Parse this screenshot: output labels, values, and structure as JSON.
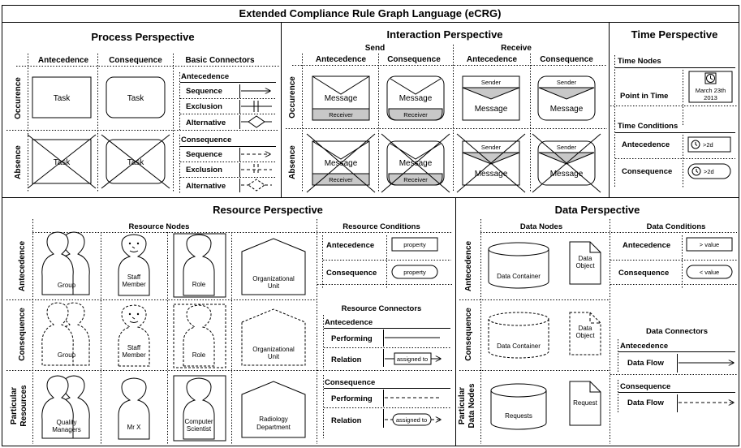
{
  "title": "Extended Compliance Rule Graph Language (eCRG)",
  "process": {
    "title": "Process Perspective",
    "col_antecedence": "Antecedence",
    "col_consequence": "Consequence",
    "col_connectors": "Basic Connectors",
    "row_occurence": "Occurence",
    "row_absence": "Absence",
    "task": "Task",
    "conn_antecedence": "Antecedence",
    "conn_consequence": "Consequence",
    "sequence": "Sequence",
    "exclusion": "Exclusion",
    "alternative": "Alternative"
  },
  "interaction": {
    "title": "Interaction Perspective",
    "send": "Send",
    "receive": "Receive",
    "antecedence": "Antecedence",
    "consequence": "Consequence",
    "row_occurence": "Occurence",
    "row_absence": "Absence",
    "message": "Message",
    "receiver": "Receiver",
    "sender": "Sender"
  },
  "time": {
    "title": "Time Perspective",
    "nodes_header": "Time Nodes",
    "point_in_time": "Point in Time",
    "date_line1": "March 23th",
    "date_line2": "2013",
    "conditions_header": "Time Conditions",
    "antecedence": "Antecedence",
    "consequence": "Consequence",
    "cond_value": ">2d"
  },
  "resource": {
    "title": "Resource Perspective",
    "nodes_header": "Resource Nodes",
    "conditions_header": "Resource Conditions",
    "connectors_header": "Resource Connectors",
    "row_antecedence": "Antecedence",
    "row_consequence": "Consequence",
    "row_particular_1": "Particular",
    "row_particular_2": "Resources",
    "group": "Group",
    "staff_1": "Staff",
    "staff_2": "Member",
    "role": "Role",
    "org_1": "Organizational",
    "org_2": "Unit",
    "quality_1": "Quality",
    "quality_2": "Managers",
    "mrx": "Mr X",
    "cs_1": "Computer",
    "cs_2": "Scientist",
    "rad_1": "Radiology",
    "rad_2": "Department",
    "antecedence": "Antecedence",
    "consequence": "Consequence",
    "property": "property",
    "performing": "Performing",
    "relation": "Relation",
    "assigned_to": "assigned to"
  },
  "data": {
    "title": "Data Perspective",
    "nodes_header": "Data Nodes",
    "conditions_header": "Data Conditions",
    "connectors_header": "Data Connectors",
    "row_antecedence": "Antecedence",
    "row_consequence": "Consequence",
    "row_particular_1": "Particular",
    "row_particular_2": "Data Nodes",
    "container": "Data Container",
    "object_1": "Data",
    "object_2": "Object",
    "requests": "Requests",
    "request": "Request",
    "antecedence": "Antecedence",
    "consequence": "Consequence",
    "gt_value": "> value",
    "lt_value": "< value",
    "data_flow": "Data Flow"
  }
}
